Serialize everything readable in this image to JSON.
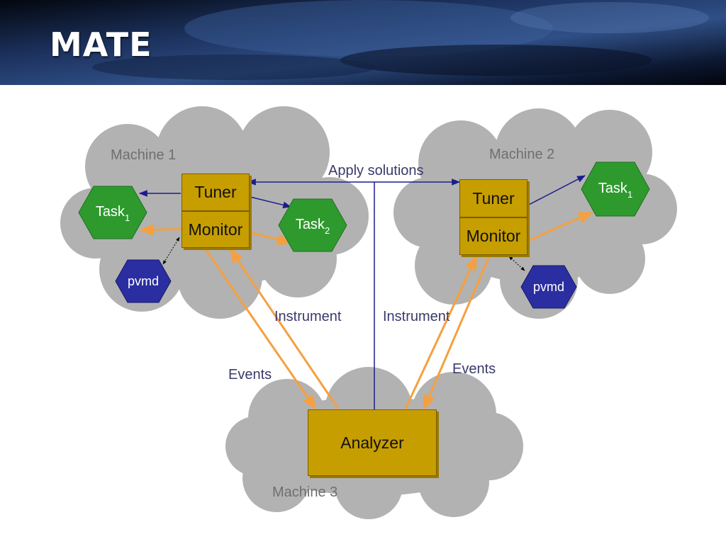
{
  "slide": {
    "title": "MATE"
  },
  "diagram": {
    "machines": [
      {
        "label": "Machine 1"
      },
      {
        "label": "Machine 2"
      },
      {
        "label": "Machine 3"
      }
    ],
    "nodes": {
      "tuner1": "Tuner",
      "monitor1": "Monitor",
      "tuner2": "Tuner",
      "monitor2": "Monitor",
      "analyzer": "Analyzer",
      "task1_m1": {
        "base": "Task",
        "sub": "1"
      },
      "task2_m1": {
        "base": "Task",
        "sub": "2"
      },
      "task1_m2": {
        "base": "Task",
        "sub": "1"
      },
      "pvmd1": "pvmd",
      "pvmd2": "pvmd"
    },
    "flows": {
      "apply_solutions": "Apply solutions",
      "instrument_left": "Instrument",
      "instrument_right": "Instrument",
      "events_left": "Events",
      "events_right": "Events"
    },
    "colors": {
      "cloud": "#b2b2b2",
      "box": "#c79e00",
      "task": "#2e9a2e",
      "pvmd": "#2a2ea0",
      "orange_arrow": "#f5a040",
      "blue_arrow": "#1c1c8c"
    }
  }
}
